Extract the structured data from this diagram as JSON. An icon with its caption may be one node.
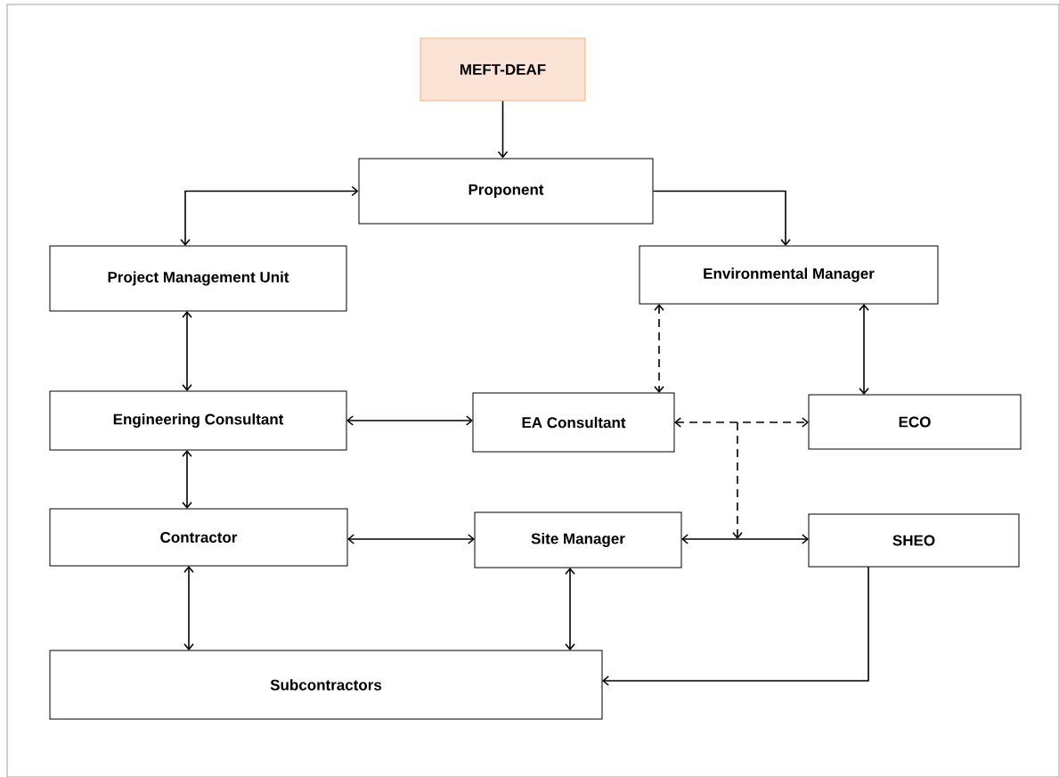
{
  "diagram": {
    "nodes": [
      {
        "text": [
          "MEFT-DEAF"
        ]
      },
      {
        "text": [
          "Proponent"
        ]
      },
      {
        "text": [
          "Project Management Unit"
        ]
      },
      {
        "text": [
          "Environmental Manager"
        ]
      },
      {
        "text": [
          "Engineering Consultant"
        ]
      },
      {
        "text": [
          "EA Consultant"
        ]
      },
      {
        "text": [
          "ECO"
        ]
      },
      {
        "text": [
          "Contractor"
        ]
      },
      {
        "text": [
          "Site Manager"
        ]
      },
      {
        "text": [
          "SHEO"
        ]
      },
      {
        "text": [
          "Subcontractors"
        ]
      }
    ],
    "edges": [
      {
        "from": 0,
        "to": 1,
        "arrow": "to"
      },
      {
        "from": 1,
        "to": 2,
        "arrow": "both"
      },
      {
        "from": 1,
        "to": 3,
        "arrow": "to"
      },
      {
        "from": 2,
        "to": 4,
        "arrow": "both"
      },
      {
        "from": 3,
        "to": 5,
        "arrow": "both",
        "style": "dashed"
      },
      {
        "from": 3,
        "to": 6,
        "arrow": "both"
      },
      {
        "from": 4,
        "to": 5,
        "arrow": "both"
      },
      {
        "from": 5,
        "to": 6,
        "arrow": "both",
        "style": "dashed"
      },
      {
        "from": 4,
        "to": 7,
        "arrow": "both"
      },
      {
        "from": 7,
        "to": 8,
        "arrow": "both"
      },
      {
        "from": 8,
        "to": 9,
        "arrow": "both"
      },
      {
        "from": 7,
        "to": 10,
        "arrow": "both"
      },
      {
        "from": 8,
        "to": 10,
        "arrow": "both"
      },
      {
        "from": 9,
        "to": 10,
        "arrow": "to"
      }
    ]
  }
}
